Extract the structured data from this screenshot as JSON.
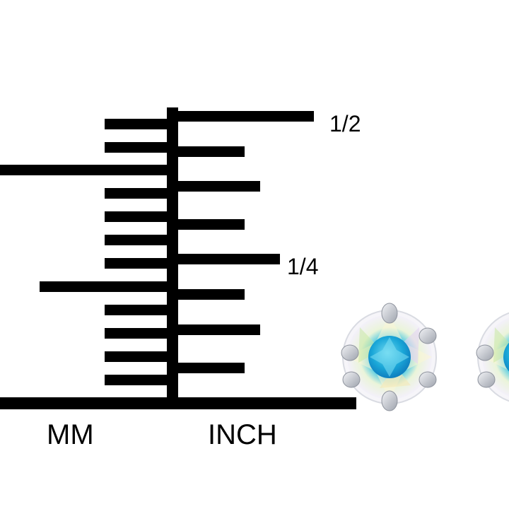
{
  "scale": {
    "mm_label": "MM",
    "inch_label": "INCH",
    "inch_marks": [
      {
        "label": "1/2"
      },
      {
        "label": "1/4"
      }
    ]
  },
  "product": {
    "name_icon": "crystal-stud-earring-icon",
    "stone_color": "#27b4d8",
    "metal_color": "#c9ccd3"
  }
}
